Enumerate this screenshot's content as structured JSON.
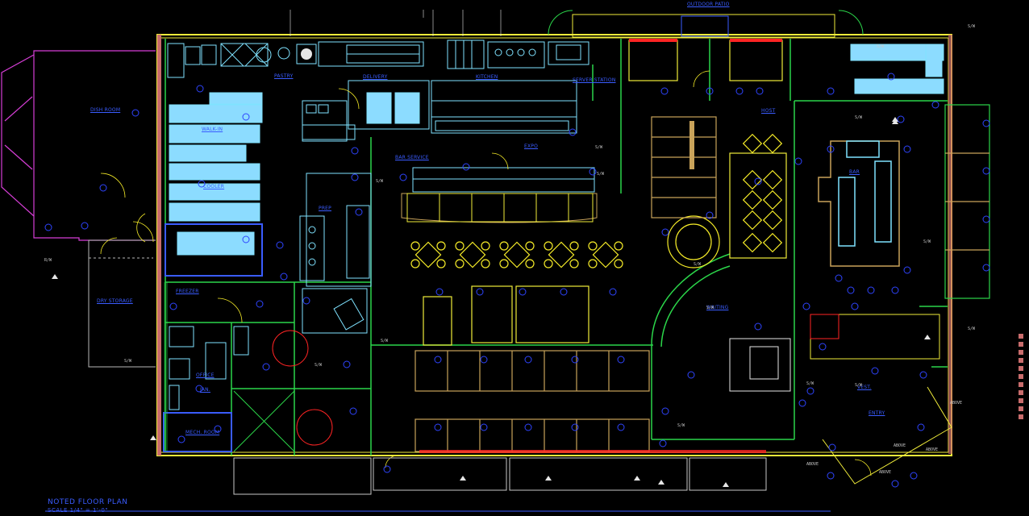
{
  "drawing": {
    "title": "NOTED FLOOR PLAN",
    "scale": "SCALE 1/4\" = 1'-0\""
  },
  "room_labels": {
    "patio_top": "OUTDOOR PATIO",
    "dish_room": "DISH ROOM",
    "walk_in": "WALK-IN",
    "dry_storage": "DRY STORAGE",
    "cooler": "COOLER",
    "freezer": "FREEZER",
    "prep": "PREP",
    "office": "OFFICE",
    "janitor": "JAN.",
    "mech_room": "MECH. ROOM",
    "kitchen": "KITCHEN",
    "bar_service": "BAR SERVICE",
    "expo": "EXPO",
    "server_station": "SERVER STATION",
    "pastry": "PASTRY",
    "delivery": "DELIVERY",
    "entry": "ENTRY",
    "bar": "BAR",
    "host": "HOST",
    "waiting": "WAITING",
    "vestibule": "VEST."
  },
  "dimension_labels": [
    "R/W",
    "S/W",
    "S/W",
    "S/W",
    "S/W",
    "S/W",
    "S/W",
    "S/W",
    "S/W",
    "S/W",
    "S/W",
    "S/W",
    "ABOVE",
    "ABOVE",
    "ABOVE",
    "ABOVE",
    "ABOVE",
    "S/W",
    "S/W",
    "S/W",
    "S/W",
    "S/W"
  ],
  "colors": {
    "wall_yellow": "#f0ec3a",
    "wall_green": "#2bd64a",
    "equipment_cyan": "#7fe2ff",
    "fill_cyan": "#8cdcff",
    "table_yellow": "#f6ec28",
    "chair_cyan": "#70e6f5",
    "booth_orange": "#c9a35a",
    "door_white": "#e6e6e6",
    "outline_blue": "#3a5cff",
    "callout_blue": "#2e44ff",
    "red": "#ff2424",
    "magenta": "#d63ed6",
    "hatch_red": "#c86c6c"
  }
}
